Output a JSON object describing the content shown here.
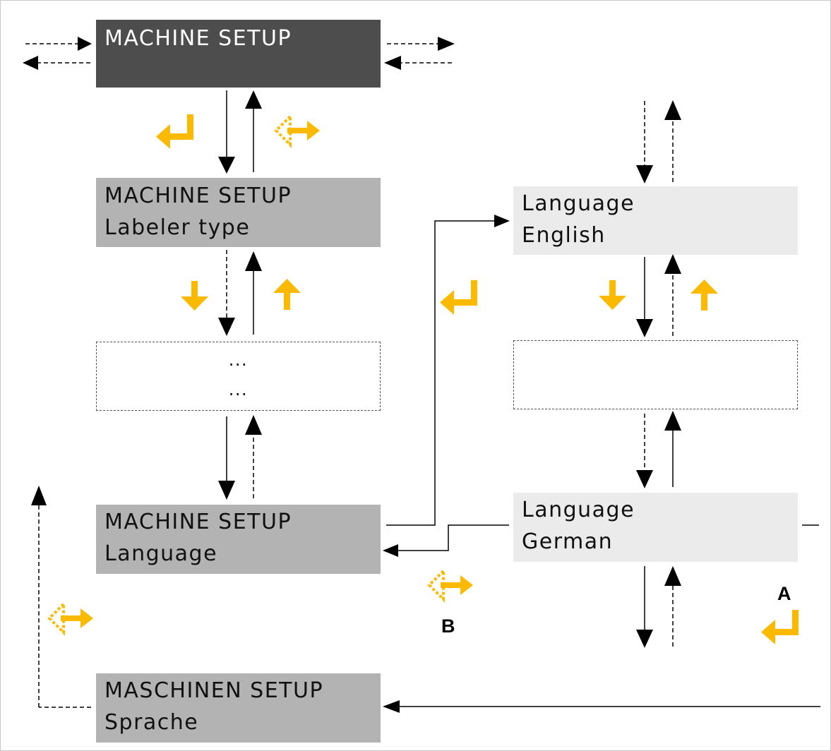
{
  "screens": {
    "top": {
      "line1": "MACHINE SETUP"
    },
    "labeler": {
      "line1": "MACHINE SETUP",
      "line2": "Labeler type"
    },
    "ellipsis": {
      "line1": "...",
      "line2": "..."
    },
    "language_menu": {
      "line1": "MACHINE SETUP",
      "line2": "Language"
    },
    "sprache_menu": {
      "line1": "MASCHINEN SETUP",
      "line2": "Sprache"
    },
    "lang_english": {
      "line1": "Language",
      "line2": "English"
    },
    "lang_blank": {
      "line1": "",
      "line2": ""
    },
    "lang_german": {
      "line1": "Language",
      "line2": "German"
    }
  },
  "labels": {
    "a": "A",
    "b": "B"
  },
  "icons": {
    "enter": "enter-key-icon",
    "escape": "escape-key-icon",
    "down": "down-arrow-key-icon",
    "up": "up-arrow-key-icon"
  },
  "colors": {
    "key_icon": "#fbb900",
    "dark_screen": "#4d4d4d",
    "menu_screen": "#b3b3b3",
    "value_screen": "#ebebeb"
  }
}
